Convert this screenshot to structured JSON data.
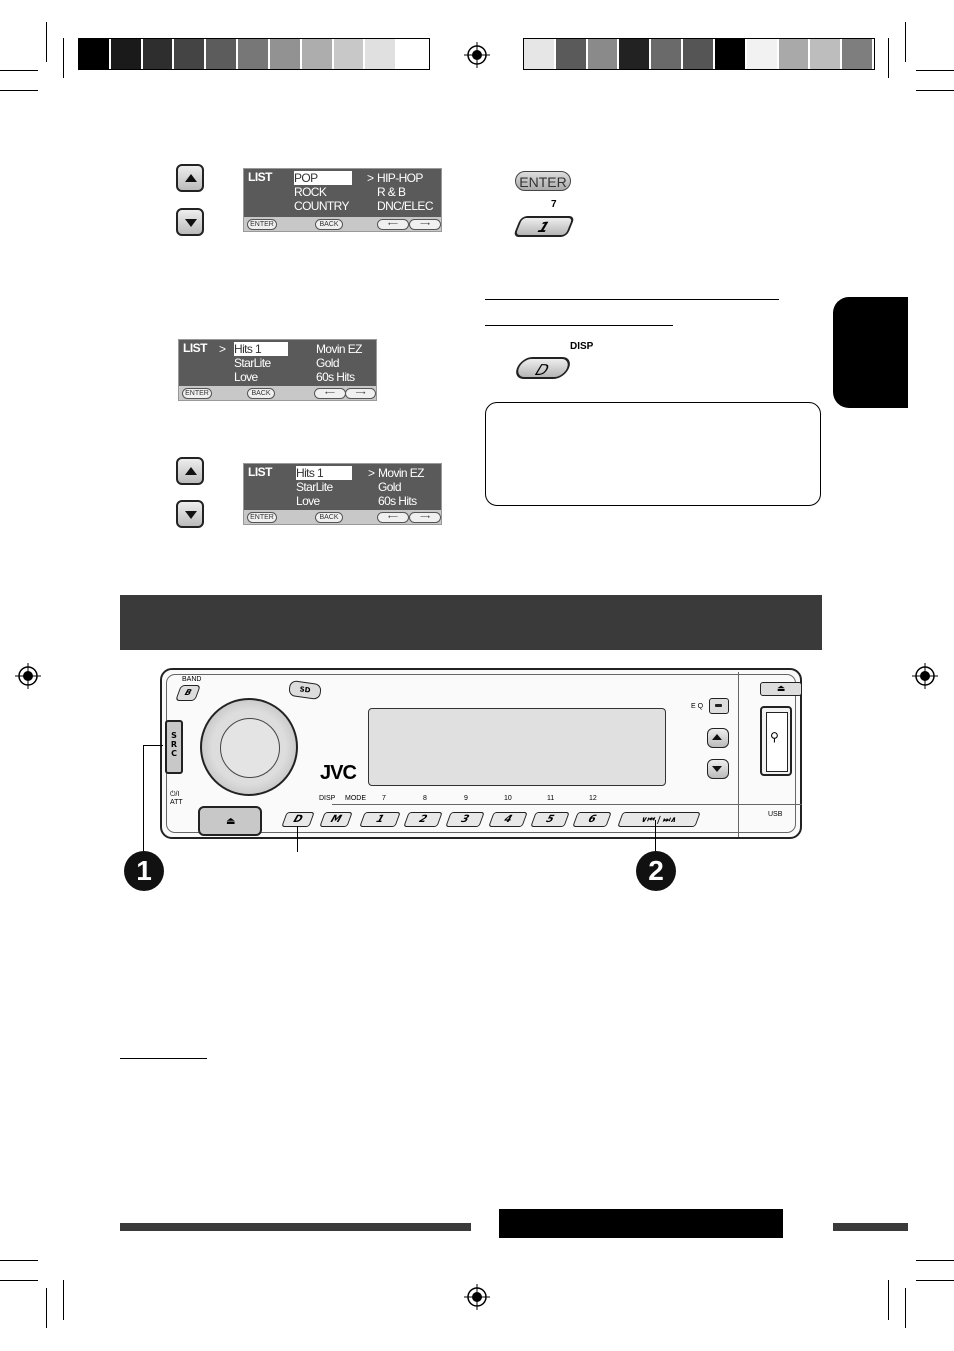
{
  "lcd1": {
    "title": "LIST",
    "items_left": [
      "POP",
      "ROCK",
      "COUNTRY"
    ],
    "items_right": [
      "HIP-HOP",
      "R & B",
      "DNC/ELEC"
    ]
  },
  "lcd2": {
    "title": "LIST",
    "items_left": [
      "Hits 1",
      "StarLite",
      "Love"
    ],
    "items_right": [
      "Movin EZ",
      "Gold",
      "60s Hits"
    ]
  },
  "lcd3": {
    "title": "LIST",
    "items_left": [
      "Hits 1",
      "StarLite",
      "Love"
    ],
    "items_right": [
      "Movin EZ",
      "Gold",
      "60s Hits"
    ]
  },
  "lcd_footer": {
    "enter": "ENTER",
    "back": "BACK"
  },
  "cursor": ">",
  "right_panel": {
    "enter_button": "ENTER",
    "preset_seven": "7",
    "preset_one": "1",
    "disp_label": "DISP",
    "disp_button": "D"
  },
  "device": {
    "band_label": "BAND",
    "band_button": "B",
    "sd_button": "SD",
    "src_letters": [
      "S",
      "R",
      "C"
    ],
    "power_label": "⏻/I",
    "att_label": "ATT",
    "brand": "JVC",
    "disp_label": "DISP",
    "mode_label": "MODE",
    "d_key": "D",
    "m_key": "M",
    "upper_numbers": [
      "7",
      "8",
      "9",
      "10",
      "11",
      "12"
    ],
    "preset_keys": [
      "1",
      "2",
      "3",
      "4",
      "5",
      "6"
    ],
    "eq_label": "EQ",
    "usb_label": "USB"
  },
  "callouts": [
    "1",
    "2"
  ],
  "colors": {
    "lcd_bg": "#5a5a5a",
    "section_bar": "#3a3a3a",
    "tab": "#000000"
  },
  "swatches_left": [
    "#000000",
    "#1a1a1a",
    "#2e2e2e",
    "#444444",
    "#5c5c5c",
    "#777777",
    "#929292",
    "#adadad",
    "#c8c8c8",
    "#e0e0e0",
    "#ffffff"
  ],
  "swatches_right": [
    "#e6e6e6",
    "#5a5a5a",
    "#8a8a8a",
    "#222222",
    "#6a6a6a",
    "#555555",
    "#000000",
    "#f2f2f2",
    "#a9a9a9",
    "#bdbdbd",
    "#7e7e7e"
  ]
}
